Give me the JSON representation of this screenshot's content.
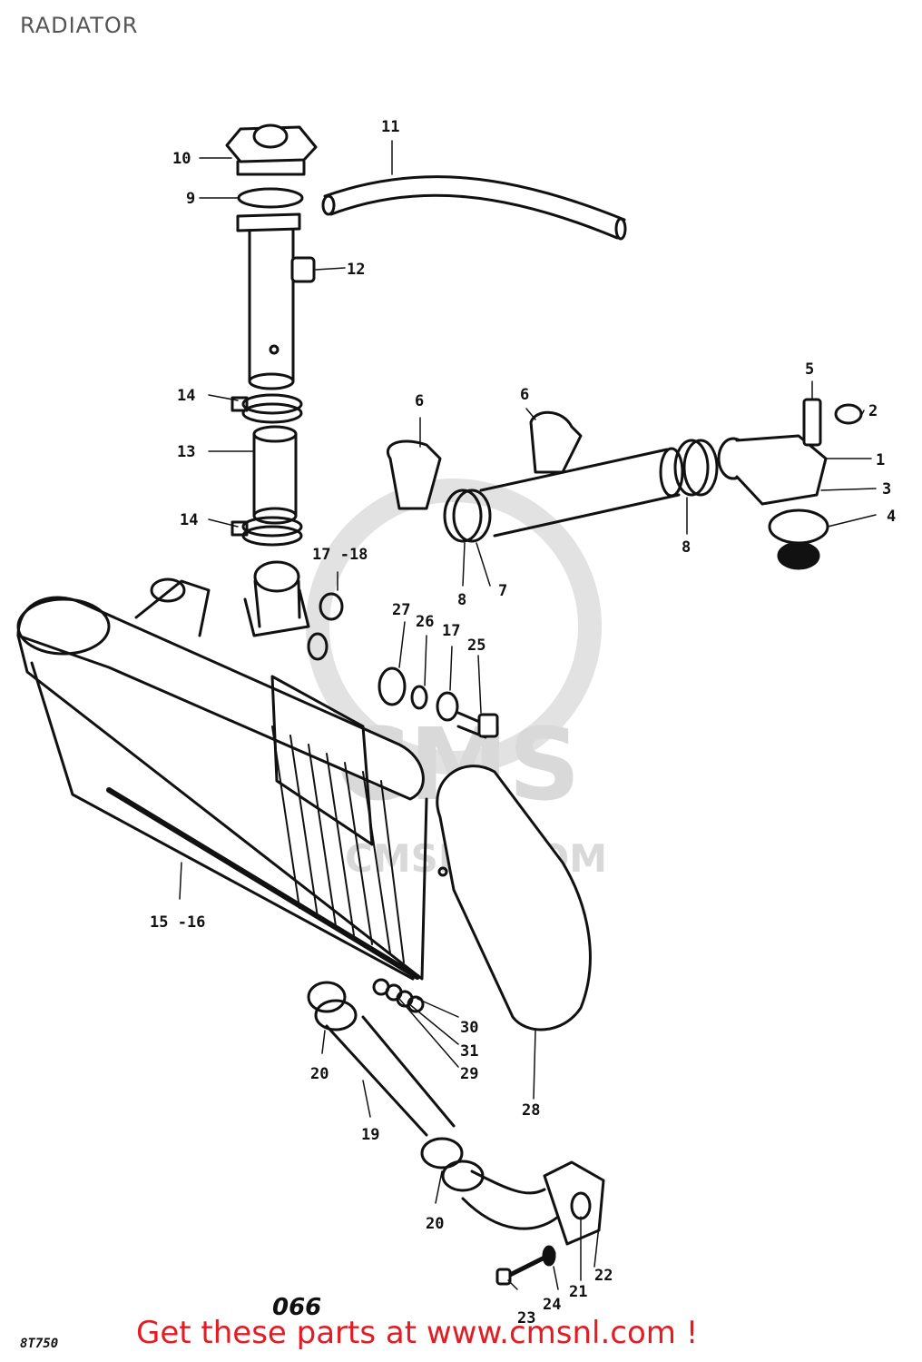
{
  "header": {
    "title": "RADIATOR"
  },
  "footer": {
    "cta_text": "Get these parts at www.cmsnl.com !"
  },
  "watermark": {
    "logo_text": "CMS",
    "url_text": "CMSNL.COM"
  },
  "diagram": {
    "page_number": "066",
    "model_code": "8T750",
    "callouts": {
      "c1": "1",
      "c2": "2",
      "c3": "3",
      "c4": "4",
      "c5": "5",
      "c6a": "6",
      "c6b": "6",
      "c7": "7",
      "c8a": "8",
      "c8b": "8",
      "c9": "9",
      "c10": "10",
      "c11": "11",
      "c12": "12",
      "c13": "13",
      "c14a": "14",
      "c14b": "14",
      "c15_16": "15 -16",
      "c17_18": "17 -18",
      "c17": "17",
      "c19": "19",
      "c20a": "20",
      "c20b": "20",
      "c21": "21",
      "c22": "22",
      "c23": "23",
      "c24": "24",
      "c25": "25",
      "c26": "26",
      "c27": "27",
      "c28": "28",
      "c29": "29",
      "c30": "30",
      "c31": "31"
    }
  },
  "colors": {
    "cta": "#e31b23",
    "title": "#555555",
    "ink": "#111111",
    "watermark": "#d9d9d9"
  }
}
